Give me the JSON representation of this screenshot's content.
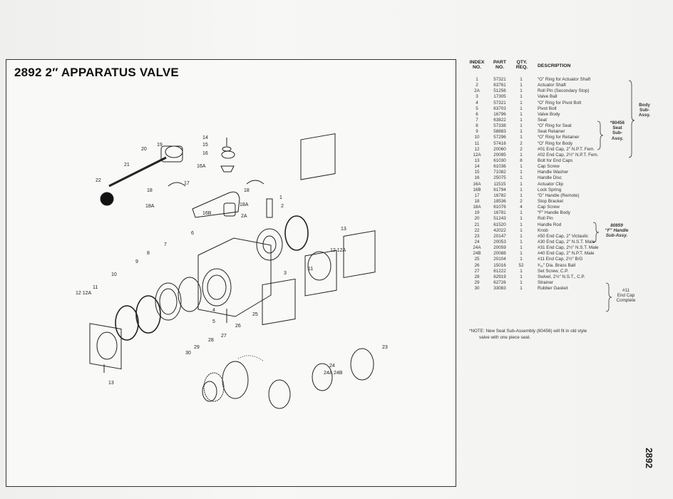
{
  "title": "2892 2″ APPARATUS VALVE",
  "page_label": "2892",
  "table": {
    "headers": {
      "index": [
        "INDEX",
        "NO."
      ],
      "part": [
        "PART",
        "NO."
      ],
      "qty": [
        "QTY.",
        "REQ."
      ],
      "description": "DESCRIPTION"
    },
    "rows": [
      {
        "index": "1",
        "part": "57321",
        "qty": "1",
        "desc": "“O” Ring for Actuator Shaft"
      },
      {
        "index": "2",
        "part": "63761",
        "qty": "1",
        "desc": "Actuator Shaft"
      },
      {
        "index": "2A",
        "part": "51256",
        "qty": "1",
        "desc": "Roll Pin (Secondary Stop)"
      },
      {
        "index": "3",
        "part": "17305",
        "qty": "1",
        "desc": "Valve Ball"
      },
      {
        "index": "4",
        "part": "57321",
        "qty": "1",
        "desc": "“O” Ring for Pivot Bolt"
      },
      {
        "index": "5",
        "part": "63703",
        "qty": "1",
        "desc": "Pivot Bolt"
      },
      {
        "index": "6",
        "part": "16796",
        "qty": "1",
        "desc": "Valve Body"
      },
      {
        "index": "7",
        "part": "63822",
        "qty": "1",
        "desc": "Seat"
      },
      {
        "index": "8",
        "part": "57338",
        "qty": "1",
        "desc": "“O” Ring for Seat"
      },
      {
        "index": "9",
        "part": "58883",
        "qty": "1",
        "desc": "Seat Retainer"
      },
      {
        "index": "10",
        "part": "57296",
        "qty": "1",
        "desc": "“O” Ring for Retainer"
      },
      {
        "index": "11",
        "part": "57416",
        "qty": "2",
        "desc": "“O” Ring for Body"
      },
      {
        "index": "12",
        "part": "20060",
        "qty": "2",
        "desc": "#01 End Cap, 2″ N.P.T. Fem."
      },
      {
        "index": "12A",
        "part": "20095",
        "qty": "1",
        "desc": "#02 End Cap, 2½″ N.P.T. Fem."
      },
      {
        "index": "13",
        "part": "61030",
        "qty": "8",
        "desc": "Bolt for End Caps"
      },
      {
        "index": "14",
        "part": "61036",
        "qty": "1",
        "desc": "Cap Screw"
      },
      {
        "index": "15",
        "part": "71082",
        "qty": "1",
        "desc": "Handle Washer"
      },
      {
        "index": "16",
        "part": "25075",
        "qty": "1",
        "desc": "Handle Disc"
      },
      {
        "index": "16A",
        "part": "11515",
        "qty": "1",
        "desc": "Actuator Clip"
      },
      {
        "index": "16B",
        "part": "61794",
        "qty": "1",
        "desc": "Lock Spring"
      },
      {
        "index": "17",
        "part": "16782",
        "qty": "1",
        "desc": "“D” Handle (Remote)"
      },
      {
        "index": "18",
        "part": "18536",
        "qty": "2",
        "desc": "Stop Bracket"
      },
      {
        "index": "18A",
        "part": "61076",
        "qty": "4",
        "desc": "Cap Screw"
      },
      {
        "index": "19",
        "part": "16781",
        "qty": "1",
        "desc": "“F” Handle Body"
      },
      {
        "index": "20",
        "part": "51243",
        "qty": "1",
        "desc": "Roll Pin"
      },
      {
        "index": "21",
        "part": "61520",
        "qty": "1",
        "desc": "Handle Rod"
      },
      {
        "index": "22",
        "part": "42022",
        "qty": "1",
        "desc": "Knob"
      },
      {
        "index": "23",
        "part": "20147",
        "qty": "1",
        "desc": "#50 End Cap, 2″ Victaulic"
      },
      {
        "index": "24",
        "part": "20053",
        "qty": "1",
        "desc": "#30 End Cap, 2″ N.S.T. Male"
      },
      {
        "index": "24A",
        "part": "20059",
        "qty": "1",
        "desc": "#31 End Cap, 2½″ N.S.T. Male"
      },
      {
        "index": "24B",
        "part": "20088",
        "qty": "1",
        "desc": "#40 End Cap, 2″ N.P.T. Male"
      },
      {
        "index": "25",
        "part": "20104",
        "qty": "1",
        "desc": "#11 End Cap, 2½″ B/G"
      },
      {
        "index": "26",
        "part": "15016",
        "qty": "52",
        "desc": "³⁄₁₆″ Dia. Brass Ball"
      },
      {
        "index": "27",
        "part": "61222",
        "qty": "1",
        "desc": "Set Screw, C.P."
      },
      {
        "index": "28",
        "part": "62919",
        "qty": "1",
        "desc": "Swivel, 2½″ N.S.T., C.P."
      },
      {
        "index": "29",
        "part": "62726",
        "qty": "1",
        "desc": "Strainer"
      },
      {
        "index": "30",
        "part": "33083",
        "qty": "1",
        "desc": "Rubber Gasket"
      }
    ],
    "groups": {
      "body": [
        "Body",
        "Sub-",
        "Assy."
      ],
      "seat": [
        "*80456",
        "Seat",
        "Sub-",
        "Assy."
      ],
      "handle": [
        "80859",
        "“F” Handle",
        "Sub-Assy."
      ],
      "endcap": [
        "#11",
        "End Cap",
        "Complete"
      ]
    }
  },
  "note": [
    "*NOTE: New Seat Sub-Assembly (80456) will fit in old style",
    "valve with one piece seat."
  ],
  "callouts": {
    "c14": "14",
    "c15": "15",
    "c16": "16",
    "c16a": "16A",
    "c19": "19",
    "c20": "20",
    "c21": "21",
    "c22": "22",
    "c17": "17",
    "c18": "18",
    "c18a": "18A",
    "c18r": "18",
    "c18ar": "18A",
    "c16b": "16B",
    "c1": "1",
    "c2": "2",
    "c2a": "2A",
    "c6": "6",
    "c3": "3",
    "c11r": "11",
    "c1212a_r": "12 12A",
    "c13r": "13",
    "c7": "7",
    "c8": "8",
    "c9": "9",
    "c10": "10",
    "c11l": "11",
    "c1212a_l": "12 12A",
    "c13l": "13",
    "c4": "4",
    "c5": "5",
    "c25": "25",
    "c26": "26",
    "c27": "27",
    "c28": "28",
    "c29": "29",
    "c30": "30",
    "c23": "23",
    "c24": "24",
    "c24ab": "24A 24B"
  }
}
